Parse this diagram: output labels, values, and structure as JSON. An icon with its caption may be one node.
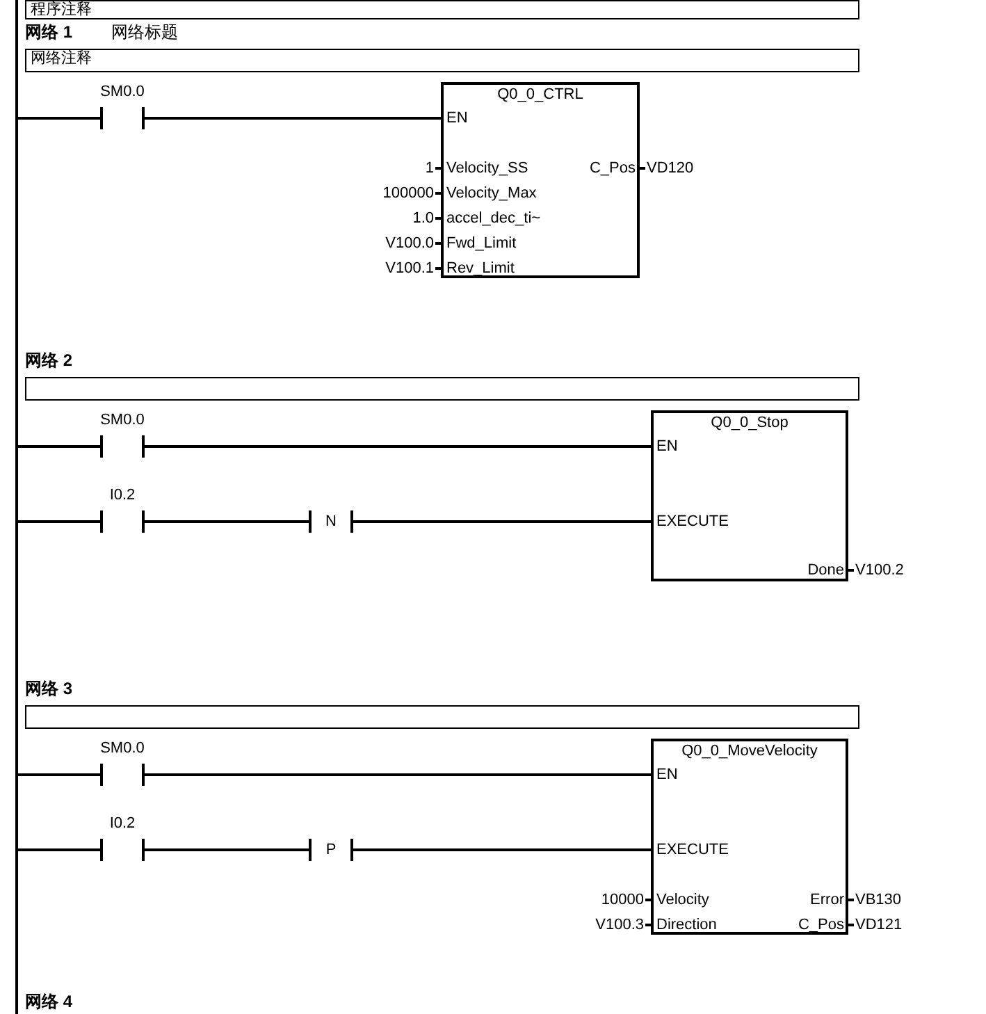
{
  "diagram": {
    "nodes": [
      {
        "text": [
          "程序注释"
        ]
      },
      {
        "text": [
          "网络注释"
        ]
      },
      {
        "text": [],
        "shape": "bar"
      },
      {
        "text": [
          "SM0.0"
        ]
      },
      {
        "text": [
          "Q0_0_CTRL",
          "EN",
          "Velocity_SS",
          "Velocity_Max",
          "accel_dec_ti~",
          "Fwd_Limit",
          "Rev_Limit",
          "C_Pos"
        ],
        "beside": [
          "1",
          "100000",
          "1.0",
          "V100.0",
          "V100.1",
          "VD120"
        ]
      },
      {
        "text": [],
        "shape": "box"
      },
      {
        "text": [
          "SM0.0"
        ]
      },
      {
        "text": [
          "I0.2"
        ]
      },
      {
        "text": [
          "N"
        ]
      },
      {
        "text": [
          "Q0_0_Stop",
          "EN",
          "EXECUTE",
          "Done"
        ],
        "beside": [
          "V100.2"
        ]
      },
      {
        "text": [],
        "shape": "box"
      },
      {
        "text": [
          "SM0.0"
        ]
      },
      {
        "text": [
          "I0.2"
        ]
      },
      {
        "text": [
          "P"
        ]
      },
      {
        "text": [
          "Q0_0_MoveVelocity",
          "EN",
          "EXECUTE",
          "Velocity",
          "Direction",
          "Error",
          "C_Pos"
        ],
        "beside": [
          "10000",
          "V100.3",
          "VB130",
          "VD121"
        ]
      }
    ],
    "edges": [
      {
        "from": 2,
        "to": 3,
        "arrow": "none"
      },
      {
        "from": 3,
        "to": 4,
        "arrow": "none"
      },
      {
        "from": 2,
        "to": 6,
        "arrow": "none"
      },
      {
        "from": 6,
        "to": 9,
        "arrow": "none"
      },
      {
        "from": 2,
        "to": 7,
        "arrow": "none"
      },
      {
        "from": 7,
        "to": 8,
        "arrow": "none"
      },
      {
        "from": 8,
        "to": 9,
        "arrow": "none"
      },
      {
        "from": 2,
        "to": 11,
        "arrow": "none"
      },
      {
        "from": 11,
        "to": 14,
        "arrow": "none"
      },
      {
        "from": 2,
        "to": 12,
        "arrow": "none"
      },
      {
        "from": 12,
        "to": 13,
        "arrow": "none"
      },
      {
        "from": 13,
        "to": 14,
        "arrow": "none"
      }
    ],
    "labels": [
      "网络 1",
      "网络标题",
      "网络 2",
      "网络 3",
      "网络 4"
    ]
  }
}
